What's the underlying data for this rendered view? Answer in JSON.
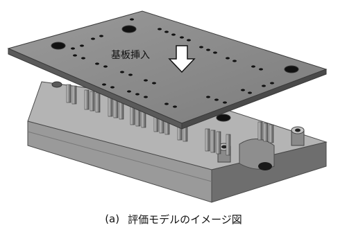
{
  "figure": {
    "arrow_label": "基板挿入",
    "caption_index": "(a)",
    "caption": "評価モデルのイメージ図",
    "colors": {
      "board": "#8a8a8a",
      "board_edge": "#5a5a5a",
      "block_top": "#b4b4b4",
      "block_front": "#9a9a9a",
      "block_side": "#6e6e6e",
      "hole": "#111111",
      "arrow": "#ffffff"
    }
  }
}
